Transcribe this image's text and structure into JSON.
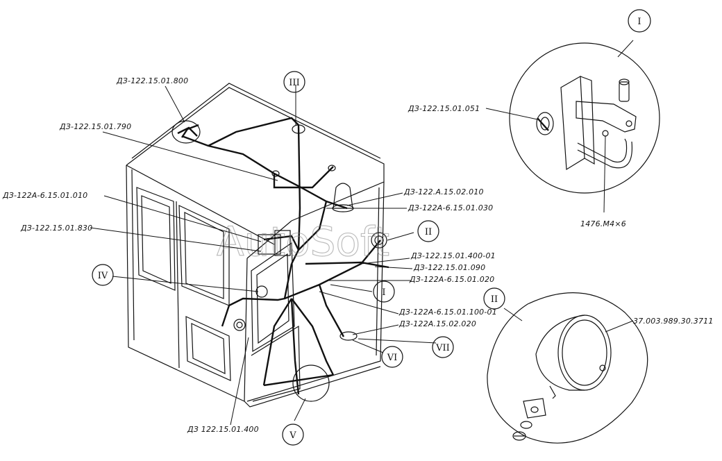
{
  "watermark": "AutoSoft",
  "labels": {
    "l800": "ДЗ-122.15.01.800",
    "l790": "ДЗ-122.15.01.790",
    "l010": "ДЗ-122А-6.15.01.010",
    "l830": "ДЗ-122.15.01.830",
    "l051": "ДЗ-122.15.01.051",
    "l02010": "ДЗ-122.А.15.02.010",
    "l030": "ДЗ-122А-6.15.01.030",
    "l40001": "ДЗ-122.15.01.400-01",
    "l090": "ДЗ-122.15.01.090",
    "l020a": "ДЗ-122А-6.15.01.020",
    "l10001": "ДЗ-122А-6.15.01.100-01",
    "l02020": "ДЗ-122А.15.02.020",
    "l400": "ДЗ 122.15.01.400",
    "bolt": "1476.М4×6",
    "lamp": "37.003.989.30.3711"
  },
  "roman": {
    "I": "I",
    "II": "II",
    "III": "III",
    "IV": "IV",
    "V": "V",
    "VI": "VI",
    "VII": "VII"
  },
  "icons": [
    "lamp-icon",
    "bracket-icon",
    "bolt-icon",
    "clamp-icon",
    "nut-icon"
  ]
}
